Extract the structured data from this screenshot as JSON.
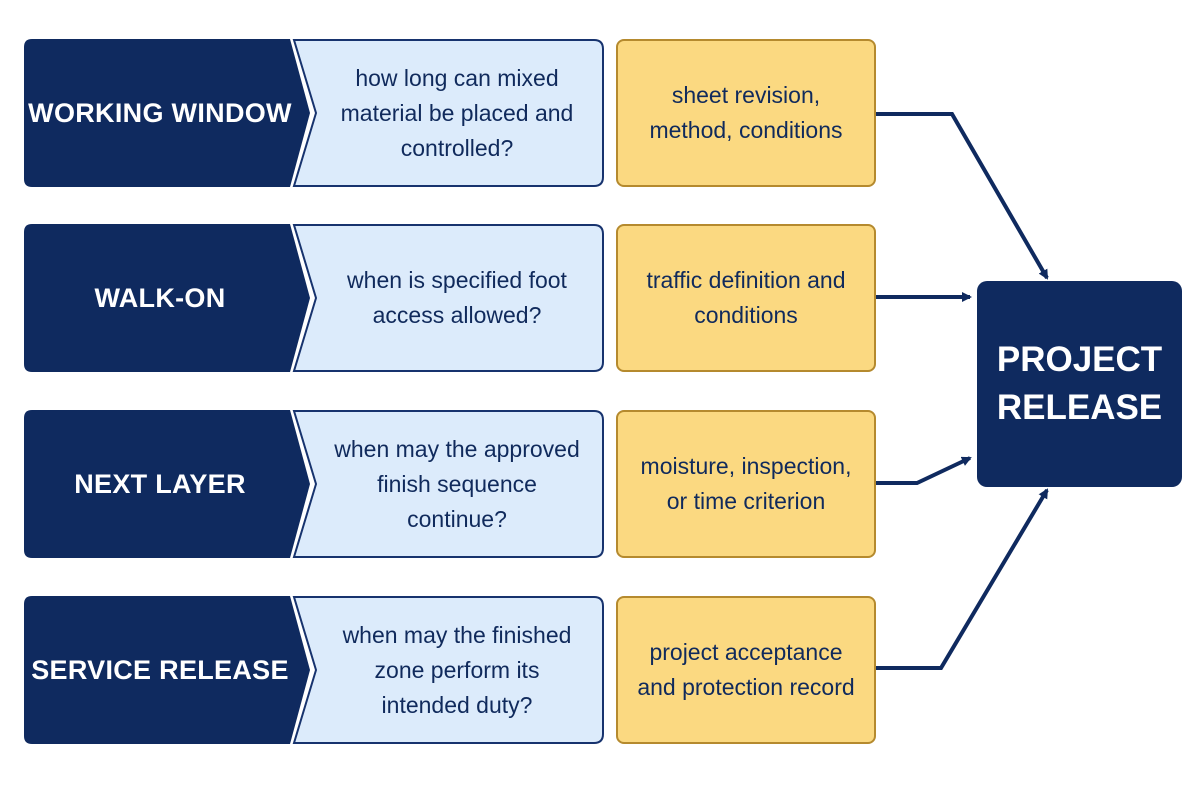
{
  "rows": [
    {
      "stage": "WORKING WINDOW",
      "question": "how long can mixed material be placed and controlled?",
      "record": "sheet revision, method, conditions"
    },
    {
      "stage": "WALK-ON",
      "question": "when is specified foot access allowed?",
      "record": "traffic definition and conditions"
    },
    {
      "stage": "NEXT LAYER",
      "question": "when may the approved finish sequence continue?",
      "record": "moisture, inspection, or time criterion"
    },
    {
      "stage": "SERVICE RELEASE",
      "question": "when may the finished zone perform its intended duty?",
      "record": "project acceptance and protection record"
    }
  ],
  "release": "PROJECT RELEASE",
  "colors": {
    "navy": "#0f2a5f",
    "light_blue": "#dcebfb",
    "blue_border": "#17336e",
    "gold": "#fbd981",
    "gold_border": "#b58a2e"
  }
}
